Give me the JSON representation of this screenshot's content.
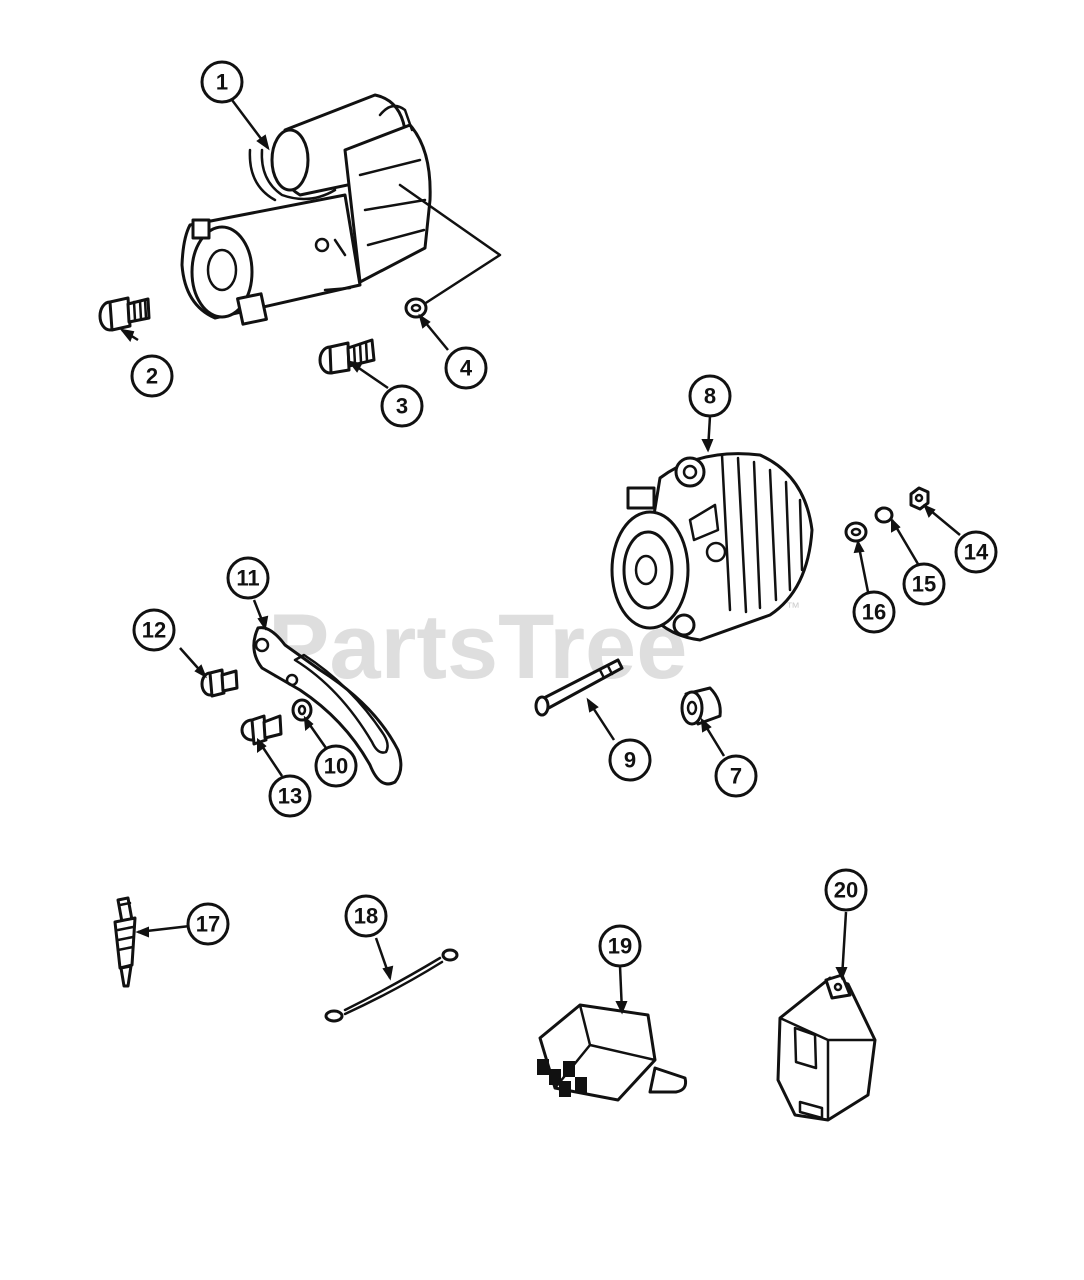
{
  "watermark": {
    "text": "PartsTree",
    "mark": "™"
  },
  "callouts": [
    {
      "id": "1",
      "label": "1"
    },
    {
      "id": "2",
      "label": "2"
    },
    {
      "id": "3",
      "label": "3"
    },
    {
      "id": "4",
      "label": "4"
    },
    {
      "id": "7",
      "label": "7"
    },
    {
      "id": "8",
      "label": "8"
    },
    {
      "id": "9",
      "label": "9"
    },
    {
      "id": "10",
      "label": "10"
    },
    {
      "id": "11",
      "label": "11"
    },
    {
      "id": "12",
      "label": "12"
    },
    {
      "id": "13",
      "label": "13"
    },
    {
      "id": "14",
      "label": "14"
    },
    {
      "id": "15",
      "label": "15"
    },
    {
      "id": "16",
      "label": "16"
    },
    {
      "id": "17",
      "label": "17"
    },
    {
      "id": "18",
      "label": "18"
    },
    {
      "id": "19",
      "label": "19"
    },
    {
      "id": "20",
      "label": "20"
    }
  ]
}
